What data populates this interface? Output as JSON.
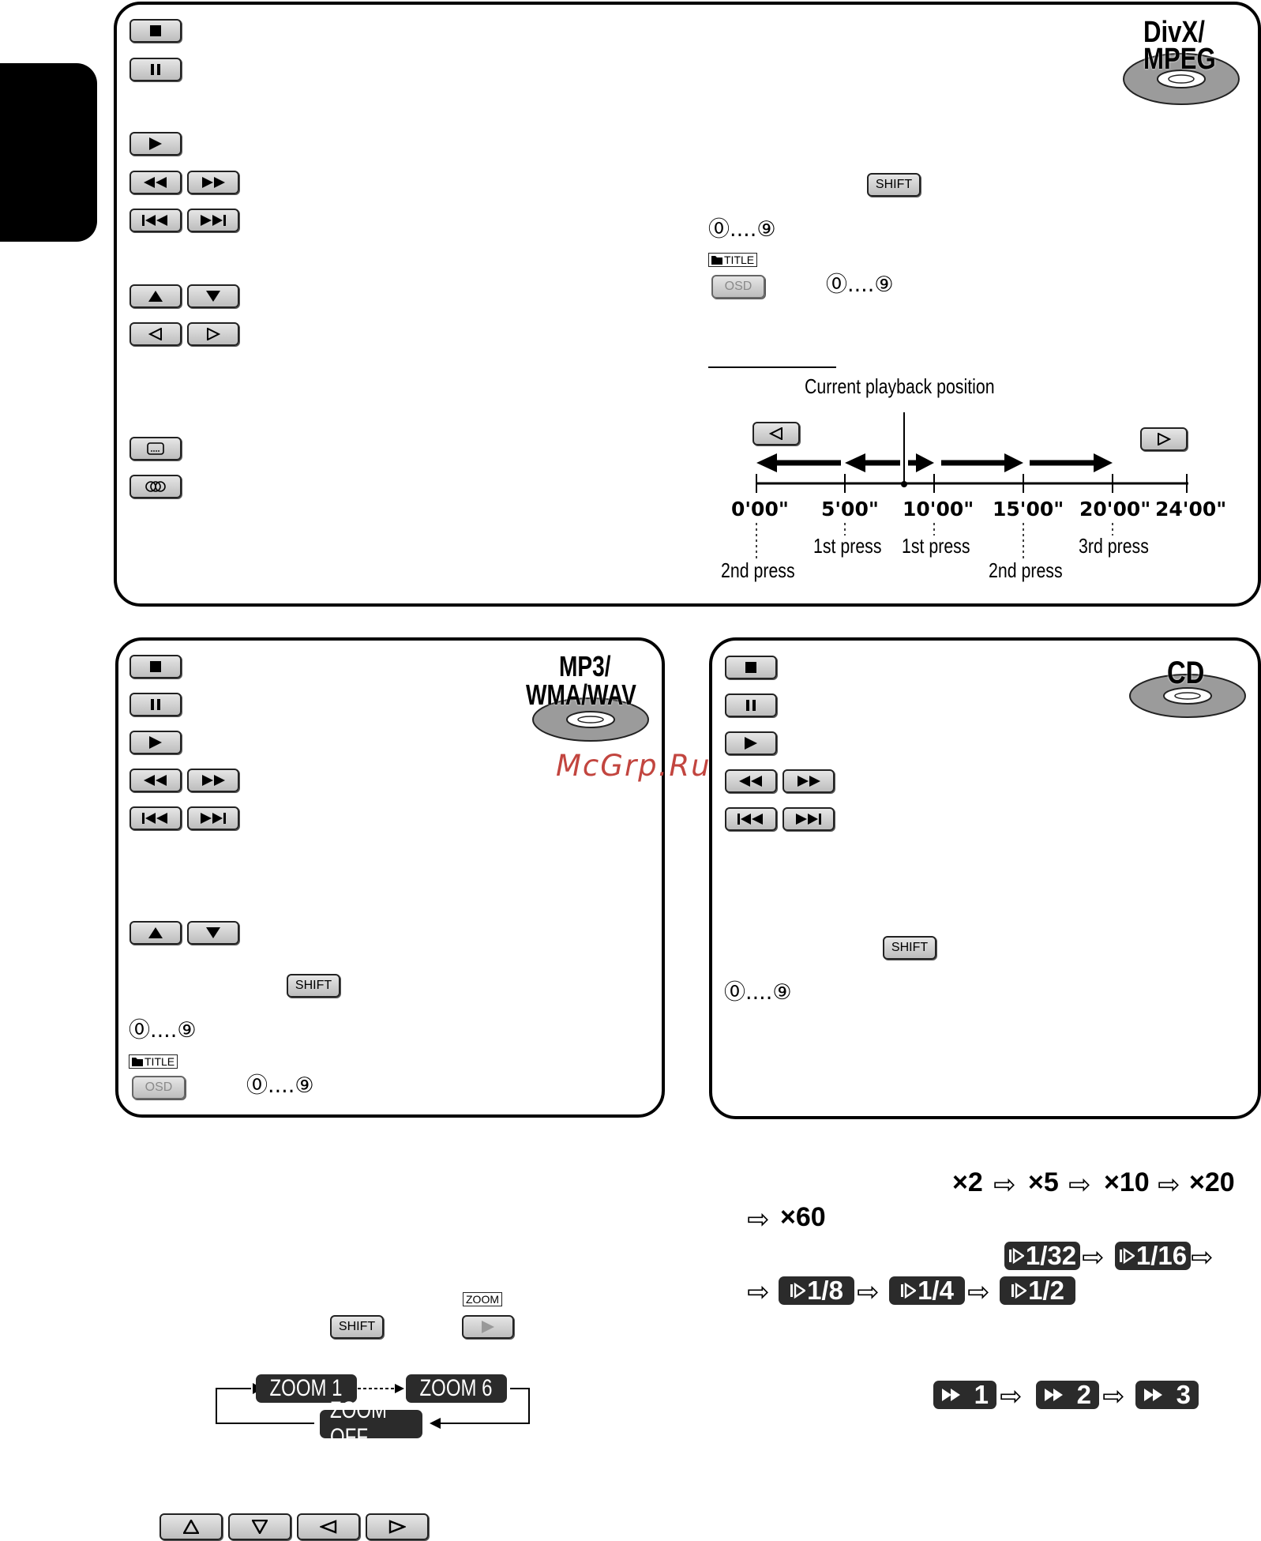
{
  "logos": {
    "divx_line1": "DivX/",
    "divx_line2": "MPEG",
    "mp3_line1": "MP3/",
    "mp3_line2": "WMA/WAV",
    "cd": "CD"
  },
  "buttons": {
    "shift": "SHIFT",
    "title": "TITLE",
    "osd": "OSD",
    "zoom": "ZOOM"
  },
  "digits": {
    "range": "⓪....⑨"
  },
  "timeline": {
    "caption": "Current playback position",
    "ticks": [
      "0'00\"",
      "5'00\"",
      "10'00\"",
      "15'00\"",
      "20'00\"",
      "24'00\""
    ],
    "presses": [
      "2nd press",
      "1st press",
      "1st press",
      "2nd press",
      "3rd press"
    ]
  },
  "zoom_cycle": {
    "z1": "ZOOM 1",
    "z6": "ZOOM 6",
    "off": "ZOOM OFF"
  },
  "speeds": {
    "fast": [
      "×2",
      "×5",
      "×10",
      "×20",
      "×60"
    ],
    "slow": [
      "1/32",
      "1/16",
      "1/8",
      "1/4",
      "1/2"
    ],
    "ff": [
      "1",
      "2",
      "3"
    ]
  },
  "watermark": "McGrp.Ru"
}
